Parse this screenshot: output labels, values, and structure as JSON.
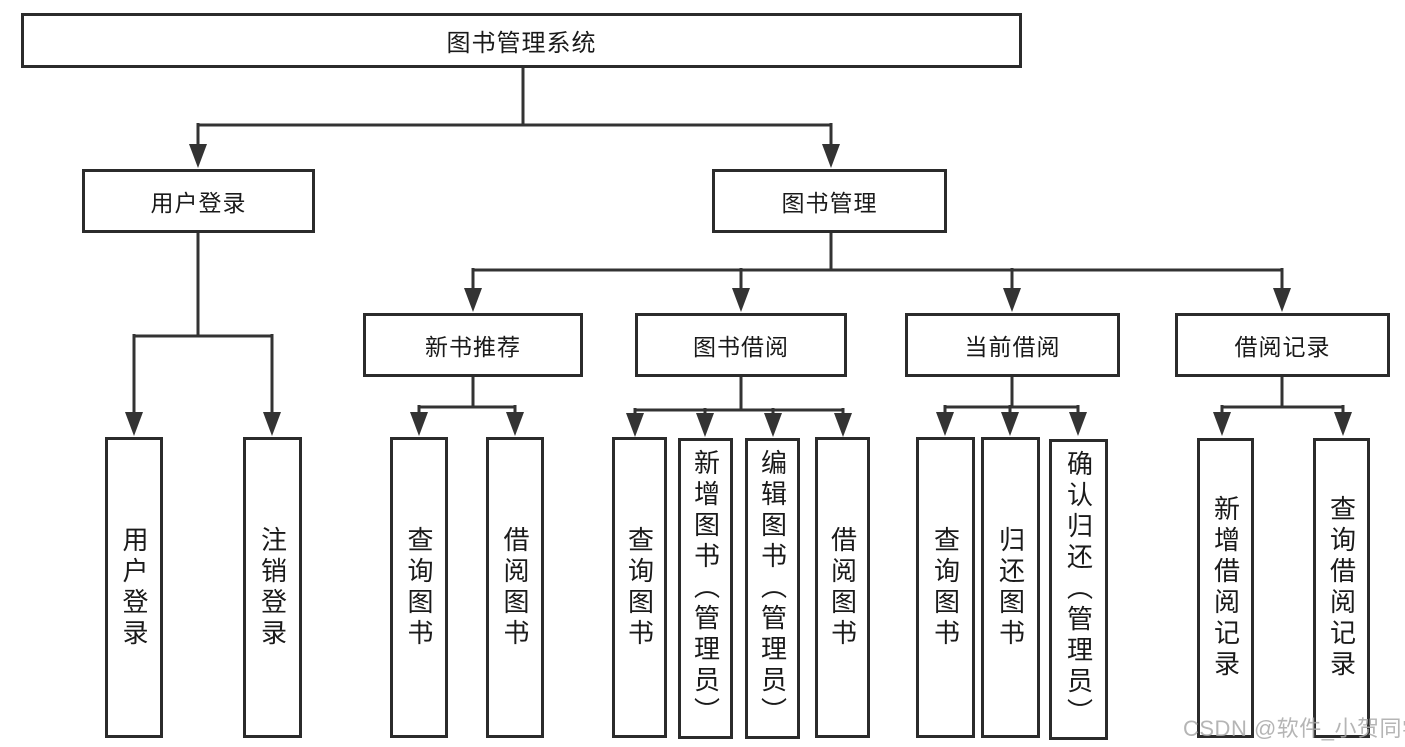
{
  "colors": {
    "background": "#ffffff",
    "box_border": "#2b2b2b",
    "connector": "#333333",
    "text": "#1a1a1a",
    "watermark": "#a9a9a9"
  },
  "tree": {
    "root": {
      "label": "图书管理系统"
    },
    "level2": [
      {
        "label": "用户登录"
      },
      {
        "label": "图书管理"
      }
    ],
    "level3": [
      {
        "label": "新书推荐"
      },
      {
        "label": "图书借阅"
      },
      {
        "label": "当前借阅"
      },
      {
        "label": "借阅记录"
      }
    ],
    "leaves": [
      {
        "label": "用户登录"
      },
      {
        "label": "注销登录"
      },
      {
        "label": "查询图书"
      },
      {
        "label": "借阅图书"
      },
      {
        "label": "查询图书"
      },
      {
        "label": "新增图书（管理员）"
      },
      {
        "label": "编辑图书（管理员）"
      },
      {
        "label": "借阅图书"
      },
      {
        "label": "查询图书"
      },
      {
        "label": "归还图书"
      },
      {
        "label": "确认归还（管理员）"
      },
      {
        "label": "新增借阅记录"
      },
      {
        "label": "查询借阅记录"
      }
    ]
  },
  "watermark": {
    "text": "CSDN @软件_小贺同学"
  }
}
